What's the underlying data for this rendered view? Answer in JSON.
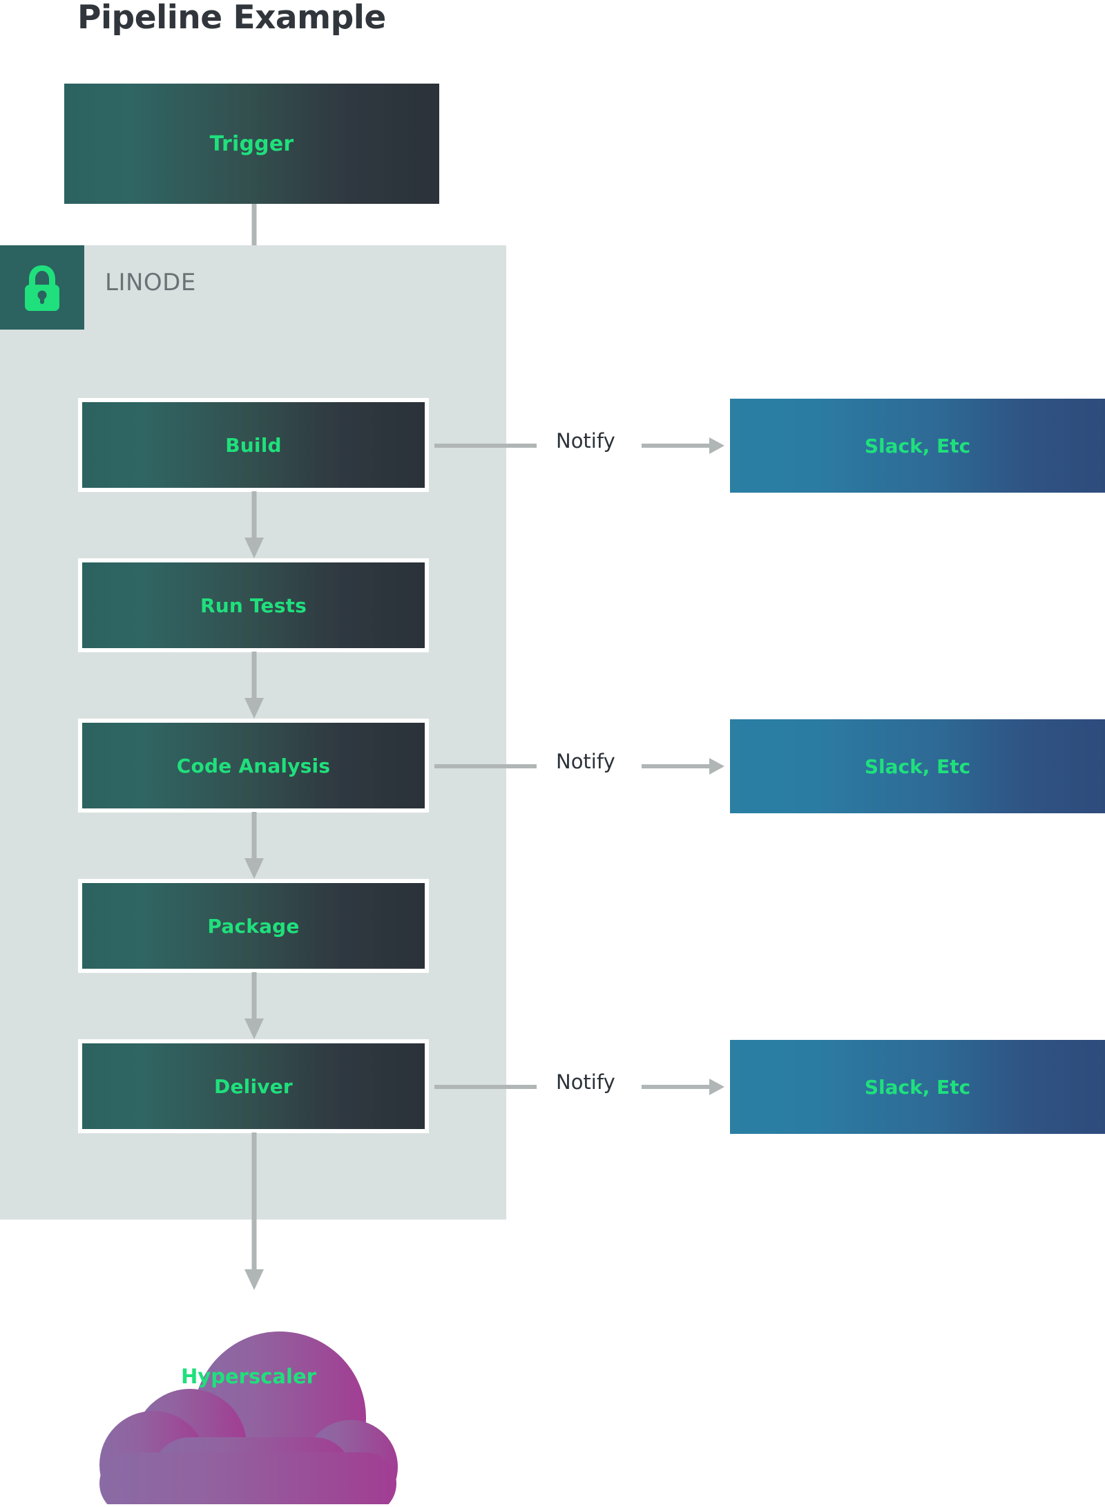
{
  "title": "Pipeline Example",
  "zone": {
    "label": "LINODE",
    "icon": "lock-icon",
    "badge_color": "#2c6260",
    "background_color": "#d9e1e0",
    "icon_color": "#1fe07c"
  },
  "colors": {
    "stage_gradient_from": "#2c6260",
    "stage_gradient_to": "#2b3239",
    "stage_text": "#1fe07c",
    "notify_gradient_from": "#2a7fa3",
    "notify_gradient_to": "#2e4b7c",
    "arrow": "#b0b5b5",
    "title_text": "#31363c",
    "zone_label_text": "#6b7276",
    "notify_text": "#2b3239",
    "cloud_from": "#8d6ba3",
    "cloud_to": "#a13d93"
  },
  "trigger": {
    "label": "Trigger"
  },
  "stages": [
    {
      "id": "build",
      "label": "Build"
    },
    {
      "id": "runtests",
      "label": "Run Tests"
    },
    {
      "id": "analysis",
      "label": "Code Analysis"
    },
    {
      "id": "package",
      "label": "Package"
    },
    {
      "id": "deliver",
      "label": "Deliver"
    }
  ],
  "notifications": [
    {
      "from": "build",
      "edge_label": "Notify",
      "target_label": "Slack, Etc"
    },
    {
      "from": "analysis",
      "edge_label": "Notify",
      "target_label": "Slack, Etc"
    },
    {
      "from": "deliver",
      "edge_label": "Notify",
      "target_label": "Slack, Etc"
    }
  ],
  "cloud": {
    "label": "Hyperscaler"
  }
}
